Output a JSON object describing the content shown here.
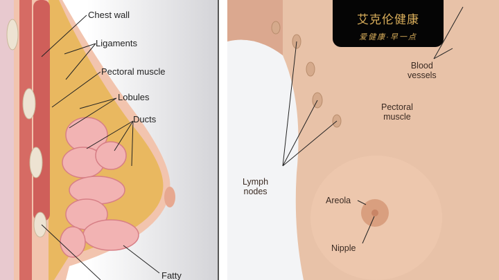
{
  "left_diagram": {
    "labels": {
      "chest_wall": "Chest wall",
      "ligaments": "Ligaments",
      "pectoral_muscle": "Pectoral muscle",
      "lobules": "Lobules",
      "ducts": "Ducts",
      "fatty": "Fatty"
    }
  },
  "right_diagram": {
    "labels": {
      "blood_vessels_1": "Blood",
      "blood_vessels_2": "vessels",
      "pectoral_1": "Pectoral",
      "pectoral_2": "muscle",
      "lymph_1": "Lymph",
      "lymph_2": "nodes",
      "areola": "Areola",
      "nipple": "Nipple"
    }
  },
  "watermark": {
    "title": "艾克伦健康",
    "slogan": "爱健康·早一点"
  }
}
